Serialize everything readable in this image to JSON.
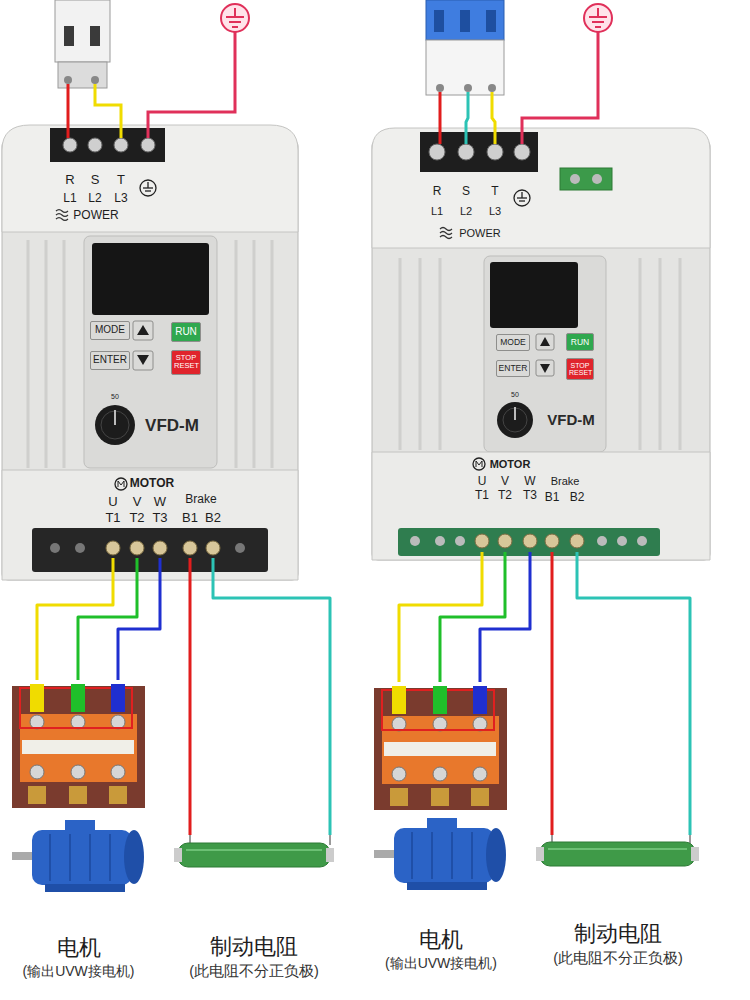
{
  "diagram": {
    "nodes": [
      {
        "text": [
          "VFD-M"
        ]
      },
      {
        "text": [
          "MODE"
        ],
        "in": 0
      },
      {
        "text": [
          "RUN"
        ],
        "in": 0
      },
      {
        "text": [
          "ENTER"
        ],
        "in": 0
      },
      {
        "text": [
          "STOP RESET"
        ],
        "in": 0
      },
      {
        "text": [
          "U",
          "T1"
        ],
        "in": 0
      },
      {
        "text": [
          "V",
          "T2"
        ],
        "in": 0
      },
      {
        "text": [
          "W",
          "T3"
        ],
        "in": 0
      },
      {
        "text": [
          "B1"
        ],
        "in": 0
      },
      {
        "text": [
          "B2"
        ],
        "in": 0
      },
      {
        "text": [
          "电机",
          "(输出UVW接电机)"
        ]
      },
      {
        "text": [
          "制动电阻",
          "(此电阻不分正负极)"
        ]
      },
      {
        "text": [
          "VFD-M"
        ]
      },
      {
        "text": [
          "MODE"
        ],
        "in": 12
      },
      {
        "text": [
          "RUN"
        ],
        "in": 12
      },
      {
        "text": [
          "ENTER"
        ],
        "in": 12
      },
      {
        "text": [
          "STOP RESET"
        ],
        "in": 12
      },
      {
        "text": [
          "U",
          "T1"
        ],
        "in": 12
      },
      {
        "text": [
          "V",
          "T2"
        ],
        "in": 12
      },
      {
        "text": [
          "W",
          "T3"
        ],
        "in": 12
      },
      {
        "text": [
          "B1"
        ],
        "in": 12
      },
      {
        "text": [
          "B2"
        ],
        "in": 12
      },
      {
        "text": [
          "电机",
          "(输出UVW接电机)"
        ]
      },
      {
        "text": [
          "制动电阻",
          "(此电阻不分正负极)"
        ]
      }
    ],
    "edges": [
      {
        "from": 5,
        "to": 10,
        "arrow": "none"
      },
      {
        "from": 6,
        "to": 10,
        "arrow": "none"
      },
      {
        "from": 7,
        "to": 10,
        "arrow": "none"
      },
      {
        "from": 8,
        "to": 11,
        "arrow": "none"
      },
      {
        "from": 9,
        "to": 11,
        "arrow": "none"
      },
      {
        "from": 17,
        "to": 22,
        "arrow": "none"
      },
      {
        "from": 18,
        "to": 22,
        "arrow": "none"
      },
      {
        "from": 19,
        "to": 22,
        "arrow": "none"
      },
      {
        "from": 20,
        "to": 23,
        "arrow": "none"
      },
      {
        "from": 21,
        "to": 23,
        "arrow": "none"
      }
    ],
    "labels": [
      "R",
      "S",
      "T",
      "L1",
      "L2",
      "L3",
      "POWER",
      "50",
      "MOTOR",
      "Brake",
      "R",
      "S",
      "T",
      "L1",
      "L2",
      "L3",
      "POWER",
      "50",
      "MOTOR",
      "Brake"
    ]
  }
}
